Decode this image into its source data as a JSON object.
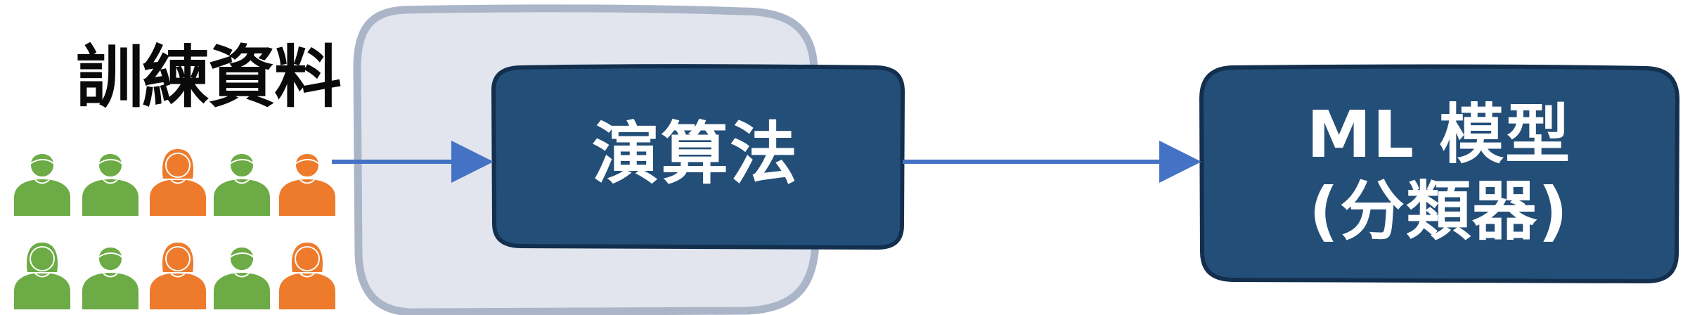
{
  "title": "訓練資料",
  "algorithm": {
    "label": "演算法"
  },
  "model": {
    "line1": "ML 模型",
    "line2": "(分類器)"
  },
  "people": [
    {
      "gender": "male",
      "color": "green"
    },
    {
      "gender": "male",
      "color": "green"
    },
    {
      "gender": "female",
      "color": "orange"
    },
    {
      "gender": "male",
      "color": "green"
    },
    {
      "gender": "male",
      "color": "orange"
    },
    {
      "gender": "female",
      "color": "green"
    },
    {
      "gender": "male",
      "color": "green"
    },
    {
      "gender": "female",
      "color": "orange"
    },
    {
      "gender": "male",
      "color": "green"
    },
    {
      "gender": "female",
      "color": "orange"
    }
  ],
  "colors": {
    "green": "#6cab45",
    "orange": "#ee7b2c",
    "block": "#234e78",
    "block_border": "#132f4e",
    "outer_fill": "#e2e5ed",
    "outer_border": "#aab5c8",
    "arrow": "#4472c4"
  }
}
